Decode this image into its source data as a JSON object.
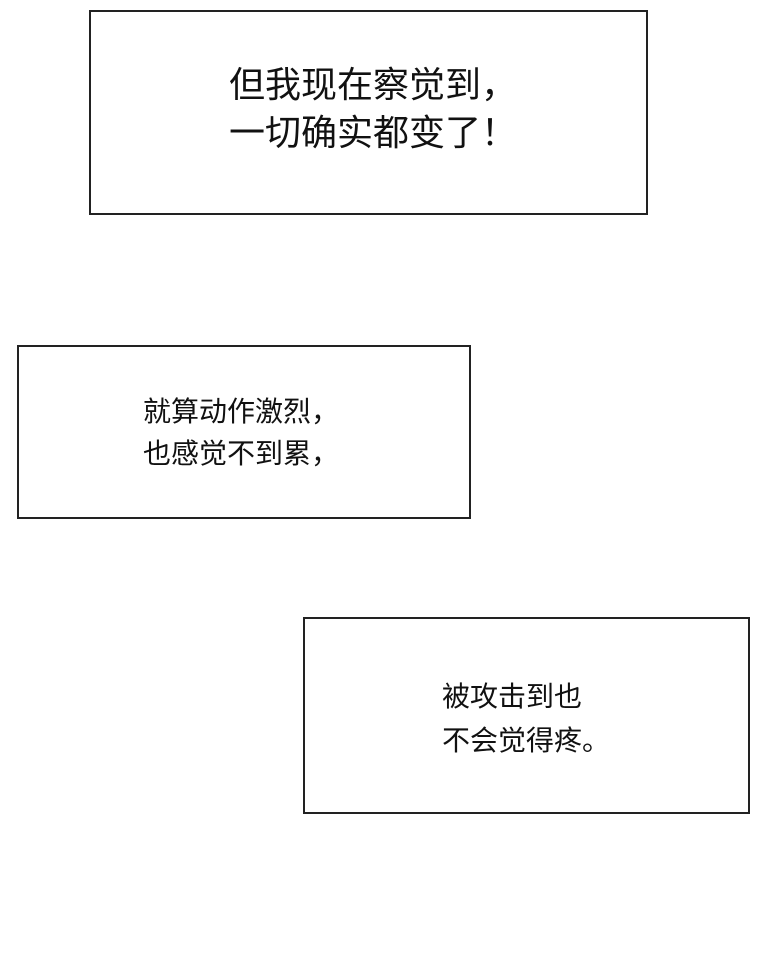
{
  "panels": [
    {
      "lines": [
        "但我现在察觉到，",
        "一切确实都变了！"
      ]
    },
    {
      "lines": [
        "就算动作激烈，",
        "也感觉不到累，"
      ]
    },
    {
      "lines": [
        "被攻击到也",
        "不会觉得疼。"
      ]
    }
  ]
}
